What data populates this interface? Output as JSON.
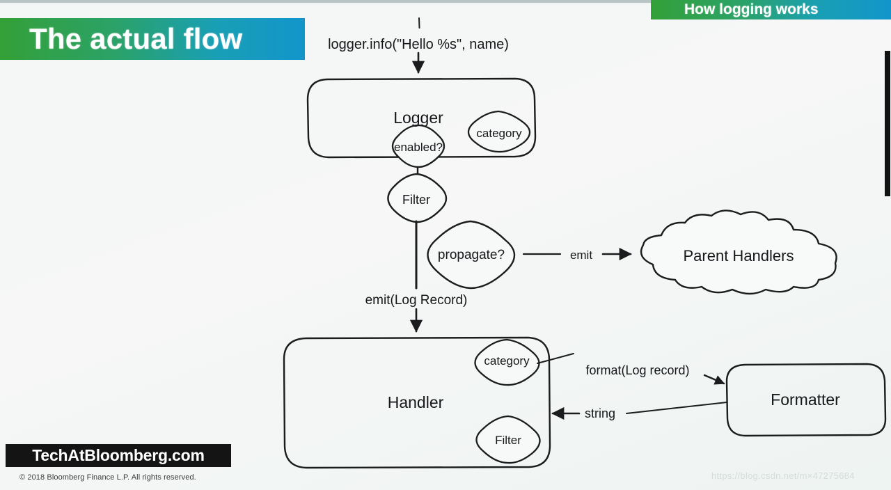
{
  "slide": {
    "title": "The actual flow",
    "corner_banner": "How logging works",
    "accent_green": "#34a038",
    "accent_blue": "#1295cb",
    "background": "#f5f7f5"
  },
  "diagram": {
    "entry_call": "logger.info(\"Hello %s\", name)",
    "logger_box": {
      "label": "Logger",
      "badges": [
        {
          "label": "enabled?"
        },
        {
          "label": "category"
        }
      ]
    },
    "logger_filter": "Filter",
    "propagate": "propagate?",
    "emit_edge": "emit",
    "parent_handlers": "Parent Handlers",
    "emit_record_edge": "emit(Log Record)",
    "handler_box": {
      "label": "Handler",
      "badges": [
        {
          "label": "category"
        },
        {
          "label": "Filter"
        }
      ]
    },
    "format_edge": "format(Log record)",
    "string_edge": "string",
    "formatter": "Formatter"
  },
  "footer": {
    "logo": "TechAtBloomberg.com",
    "copyright": "© 2018 Bloomberg Finance L.P.  All rights reserved.",
    "watermark": "https://blog.csdn.net/m×47275684"
  }
}
